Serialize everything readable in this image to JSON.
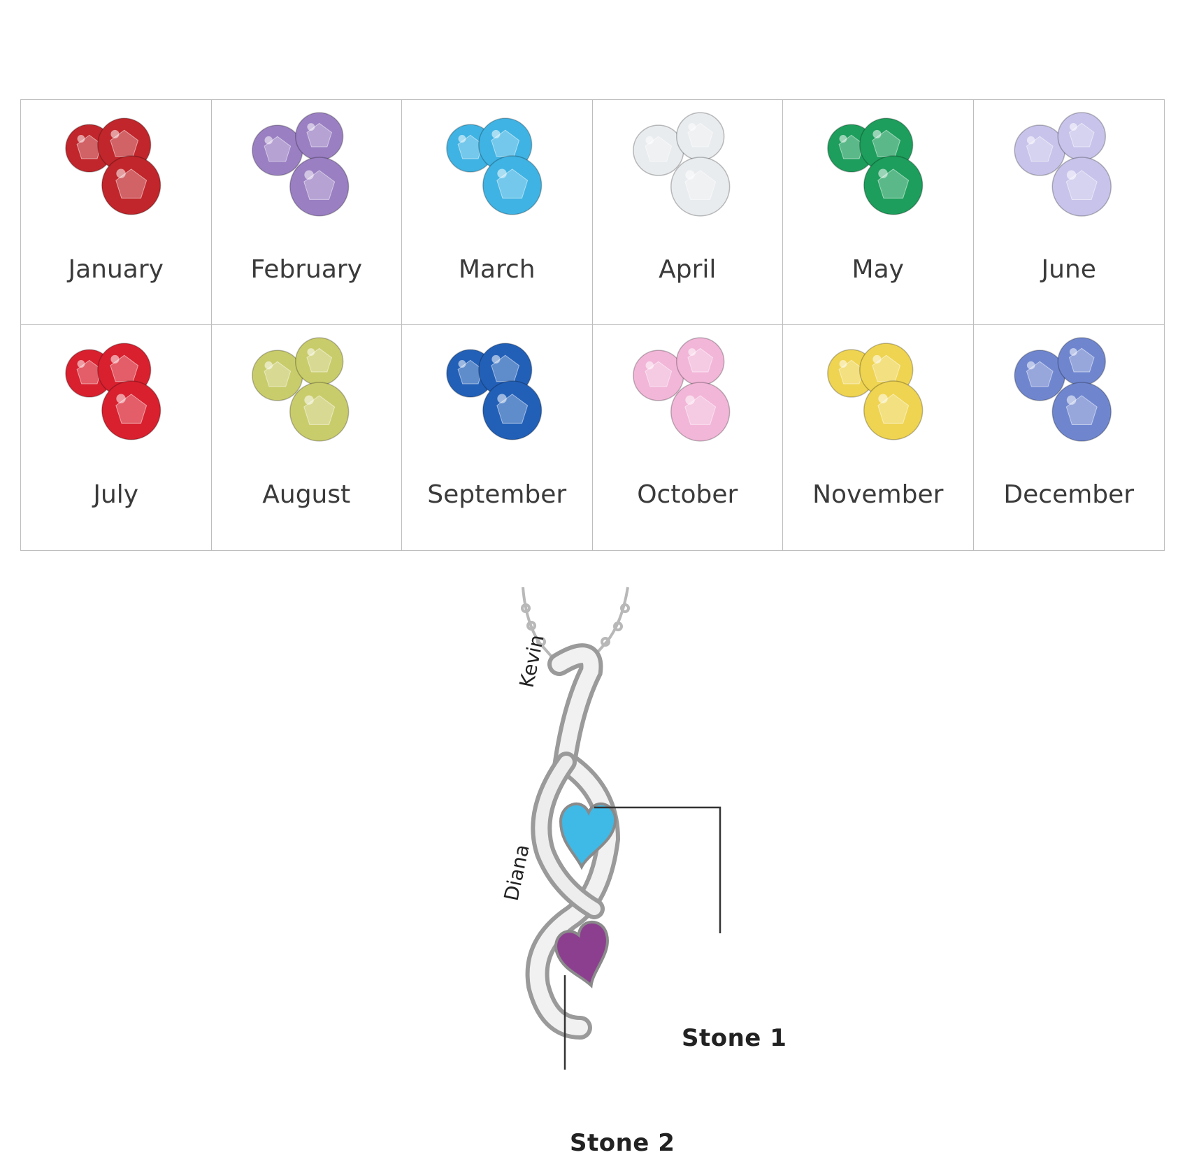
{
  "birthstones": [
    {
      "month": "January",
      "icon": "garnet-gems-icon",
      "color": "#c0262b"
    },
    {
      "month": "February",
      "icon": "amethyst-gems-icon",
      "color": "#9a7fc2"
    },
    {
      "month": "March",
      "icon": "aquamarine-gems-icon",
      "color": "#3fb3e3"
    },
    {
      "month": "April",
      "icon": "diamond-gems-icon",
      "color": "#e9ecef"
    },
    {
      "month": "May",
      "icon": "emerald-gems-icon",
      "color": "#1d9e5c"
    },
    {
      "month": "June",
      "icon": "alexandrite-gems-icon",
      "color": "#c7c3ea"
    },
    {
      "month": "July",
      "icon": "ruby-gems-icon",
      "color": "#d8202e"
    },
    {
      "month": "August",
      "icon": "peridot-gems-icon",
      "color": "#c9cc6a"
    },
    {
      "month": "September",
      "icon": "sapphire-gems-icon",
      "color": "#2260b8"
    },
    {
      "month": "October",
      "icon": "pink-tourmaline-gems-icon",
      "color": "#f2b6d8"
    },
    {
      "month": "November",
      "icon": "citrine-gems-icon",
      "color": "#efd451"
    },
    {
      "month": "December",
      "icon": "blue-topaz-gems-icon",
      "color": "#6f86cf"
    }
  ],
  "necklace": {
    "engraving_top": "Kevin",
    "engraving_bottom": "Diana",
    "stone1_label": "Stone 1",
    "stone2_label": "Stone 2",
    "stone1_color": "#3fb9e6",
    "stone2_color": "#8c3f8f",
    "metal_color": "#c9c9c9"
  }
}
